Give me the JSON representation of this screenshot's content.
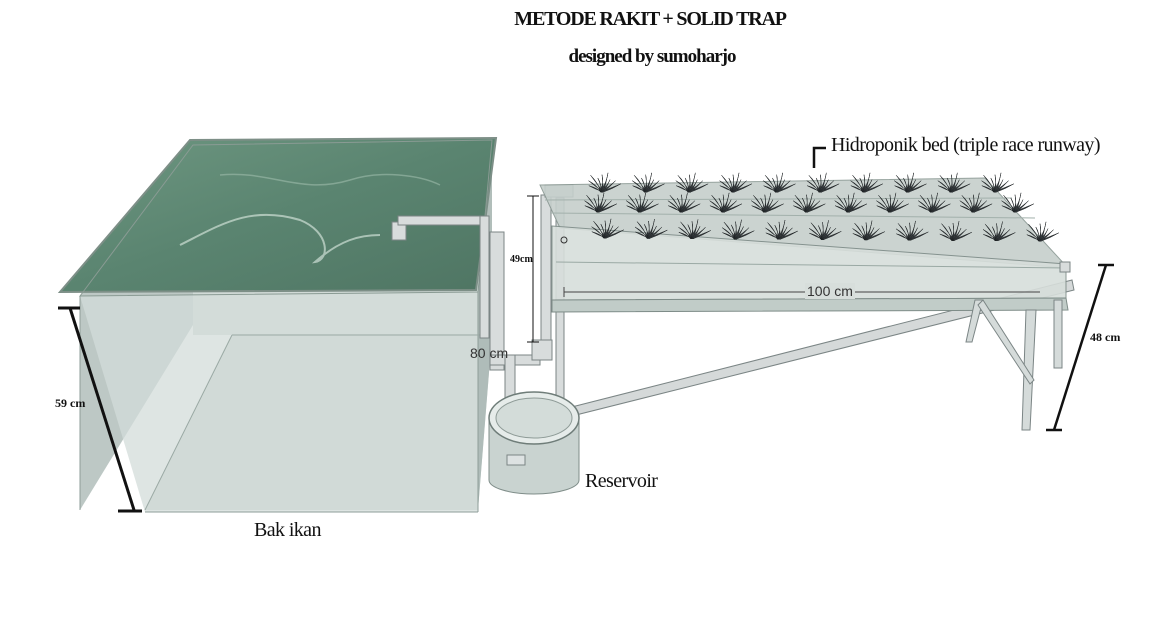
{
  "title": "METODE RAKIT + SOLID TRAP",
  "subtitle": "designed by sumoharjo",
  "labels": {
    "hydroponic_bed": "Hidroponik bed (triple race runway)",
    "reservoir": "Reservoir",
    "fish_tank": "Bak ikan"
  },
  "dimensions": {
    "tank_height": "59 cm",
    "riser_height": "49cm",
    "bed_length": "100 cm",
    "pipe_length": "80 cm",
    "bed_height": "48 cm"
  },
  "colors": {
    "water": "#5f8a74",
    "glass": "#c7d3cf",
    "pipe": "#d8dcdc",
    "plant": "#3a3f42",
    "dimension_line": "#111111"
  }
}
